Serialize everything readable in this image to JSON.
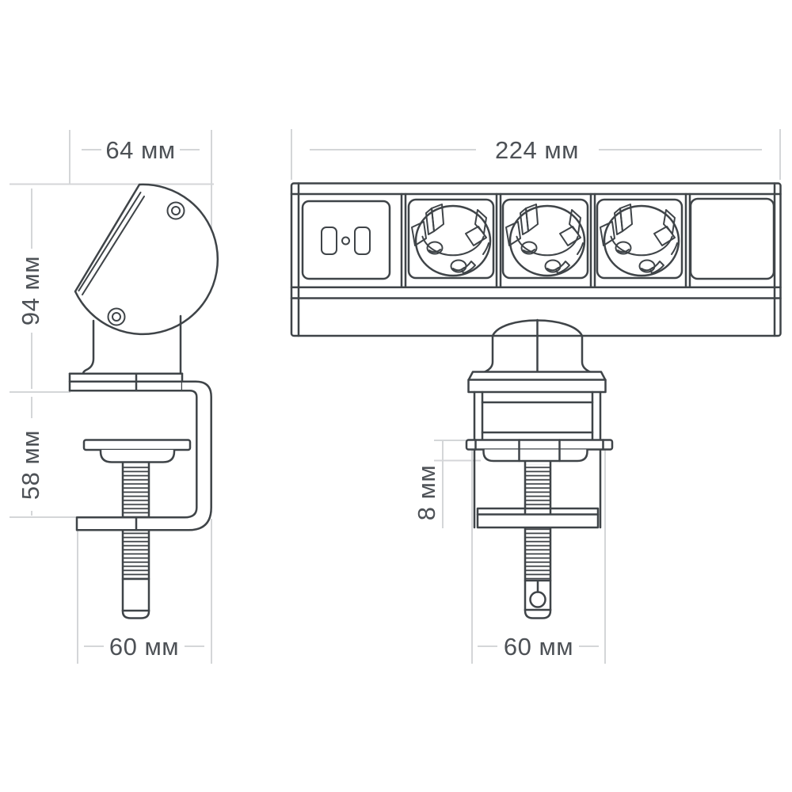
{
  "drawing": {
    "colors": {
      "background": "#ffffff",
      "outline": "#3f4448",
      "dimension_lines": "#d4d6d8",
      "dimension_text": "#4d5156"
    },
    "side_view": {
      "label_width_top": "64 мм",
      "label_height_body": "94 мм",
      "label_clamp_opening": "58 мм",
      "label_width_bottom": "60 мм"
    },
    "front_view": {
      "label_width_strip": "224 мм",
      "label_pad_thickness": "8 мм",
      "label_clamp_width": "60 мм"
    }
  }
}
